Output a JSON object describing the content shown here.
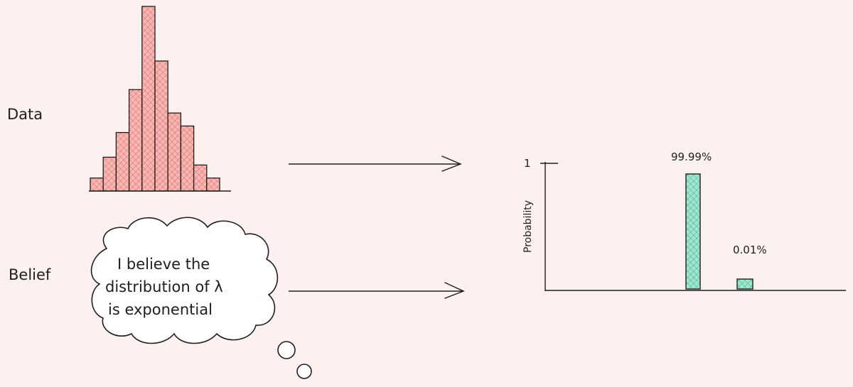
{
  "labels": {
    "data": "Data",
    "belief": "Belief"
  },
  "thought_bubble": {
    "lines": [
      "I believe the",
      "distribution of λ",
      "is exponential"
    ]
  },
  "histogram": {
    "values": [
      1,
      2.6,
      4.5,
      7.8,
      14.2,
      10,
      6,
      5,
      2,
      1
    ]
  },
  "chart_data": {
    "type": "bar",
    "ylabel": "Probability",
    "ytick": "1",
    "ylim": [
      0,
      1
    ],
    "categories": [
      "",
      ""
    ],
    "values": [
      0.9999,
      0.0001
    ],
    "data_labels": [
      "99.99%",
      "0.01%"
    ]
  },
  "colors": {
    "background": "#fdf1ef",
    "histogram_fill": "#f4a3a3",
    "histogram_hatch": "#e0625f",
    "bar_fill": "#8fe0c8",
    "bar_hatch": "#3fae8f",
    "ink": "#1e1e1e"
  }
}
